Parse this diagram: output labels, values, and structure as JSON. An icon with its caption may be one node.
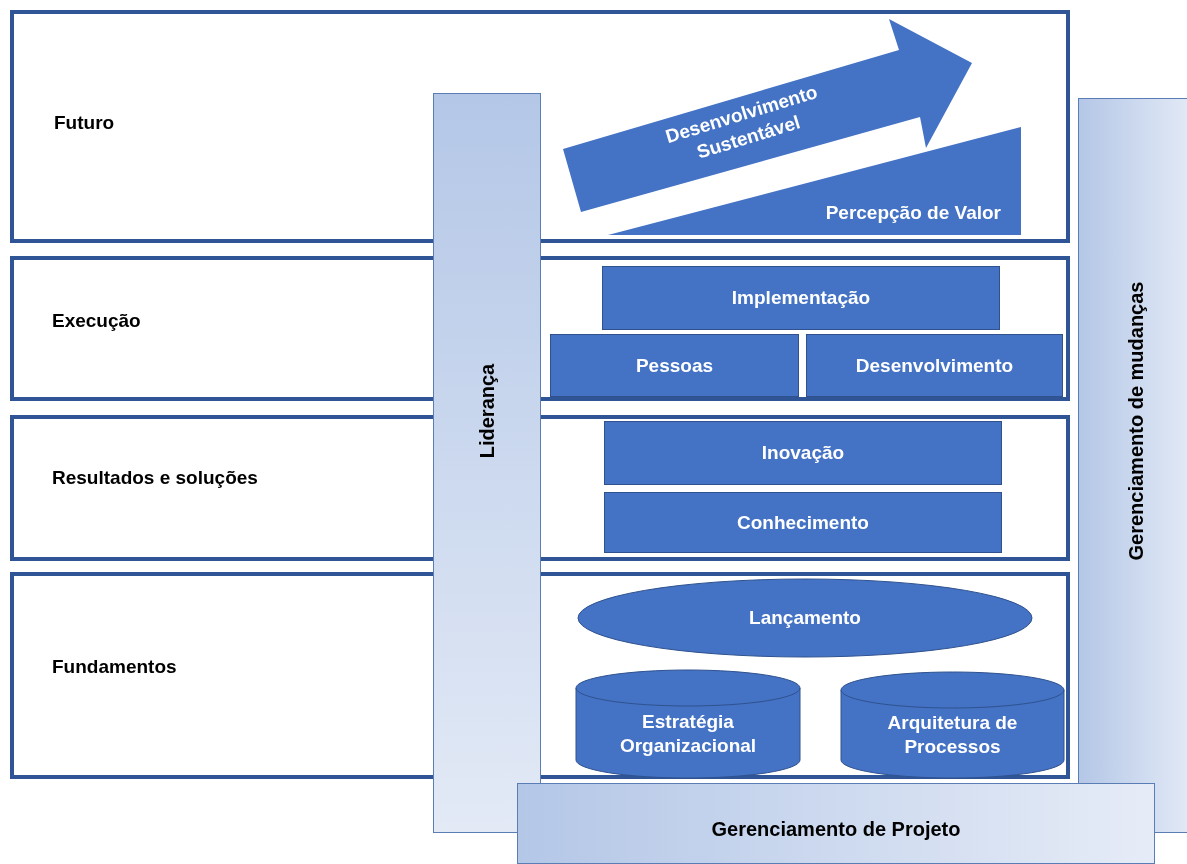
{
  "diagram": {
    "nodes": [
      {
        "text": [
          "Futuro"
        ]
      },
      {
        "text": [
          "Desenvolvimento Sustentável"
        ],
        "in": 0
      },
      {
        "text": [
          "Percepção de Valor"
        ],
        "in": 0
      },
      {
        "text": [
          "Execução"
        ]
      },
      {
        "text": [
          "Implementação"
        ],
        "in": 3
      },
      {
        "text": [
          "Pessoas"
        ],
        "in": 3
      },
      {
        "text": [
          "Desenvolvimento"
        ],
        "in": 3
      },
      {
        "text": [
          "Resultados e soluções"
        ]
      },
      {
        "text": [
          "Inovação"
        ],
        "in": 7
      },
      {
        "text": [
          "Conhecimento"
        ],
        "in": 7
      },
      {
        "text": [
          "Fundamentos"
        ]
      },
      {
        "text": [
          "Lançamento"
        ],
        "in": 10
      },
      {
        "text": [
          "Estratégia Organizacional"
        ],
        "in": 10
      },
      {
        "text": [
          "Arquitetura de Processos"
        ],
        "in": 10
      },
      {
        "text": [
          "Liderança"
        ]
      },
      {
        "text": [
          "Gerenciamento de mudanças"
        ]
      },
      {
        "text": [
          "Gerenciamento de Projeto"
        ]
      }
    ]
  }
}
